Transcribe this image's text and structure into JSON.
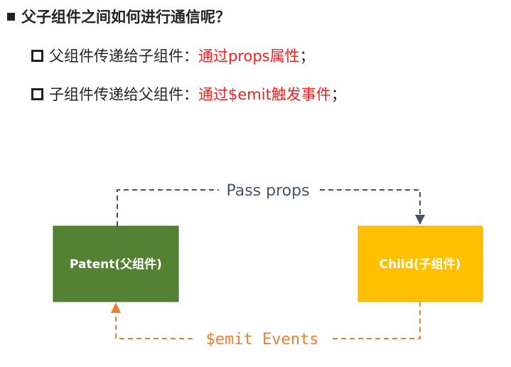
{
  "heading": "父子组件之间如何进行通信呢？",
  "points": [
    {
      "prefix": "父组件传递给子组件：",
      "highlight": "通过props属性",
      "suffix": "；"
    },
    {
      "prefix": "子组件传递给父组件：",
      "highlight": "通过$emit触发事件",
      "suffix": "；"
    }
  ],
  "diagram": {
    "parent": {
      "label": "Patent(父组件)",
      "color": "#548235"
    },
    "child": {
      "label": "Child(子组件)",
      "color": "#ffc000"
    },
    "top_edge": {
      "label": "Pass props",
      "color": "#44546a"
    },
    "bottom_edge": {
      "label": "$emit Events",
      "color": "#ed7d31"
    }
  }
}
